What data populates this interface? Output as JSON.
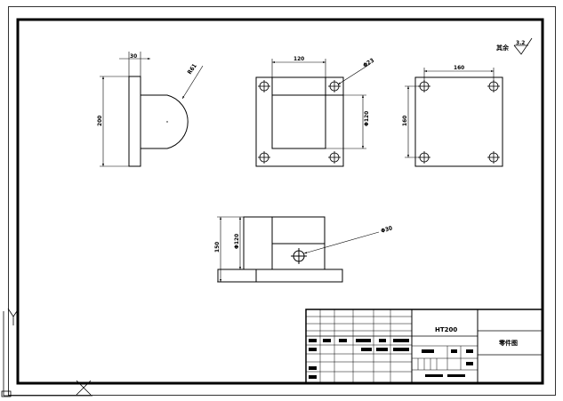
{
  "drawing": {
    "roughness_note": "其余",
    "roughness_value": "3.2",
    "views": {
      "side": {
        "thickness": "30",
        "height": "200",
        "radius": "R61"
      },
      "front": {
        "width": "120",
        "hole_dia": "Φ23",
        "bore_dia": "Φ120"
      },
      "right": {
        "hole_spacing_x": "160",
        "hole_spacing_y": "160"
      },
      "top": {
        "height": "150",
        "bore_dia": "Φ120",
        "hole_dia": "Φ30"
      }
    }
  },
  "title_block": {
    "material": "HT200",
    "drawing_name": "零件图"
  }
}
